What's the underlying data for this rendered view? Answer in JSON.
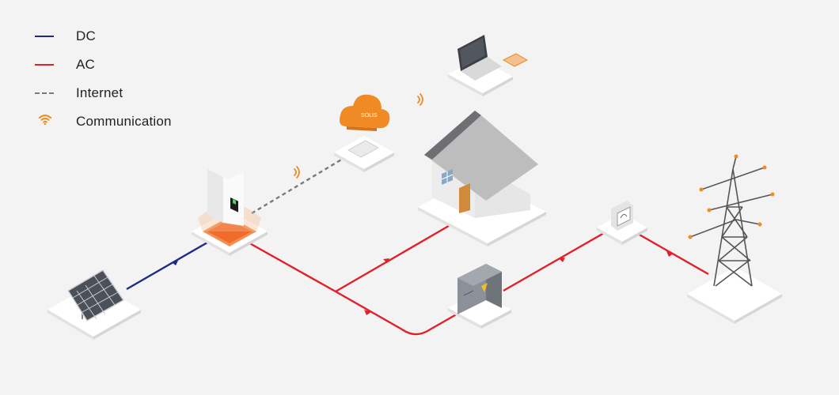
{
  "legend": {
    "items": [
      {
        "label": "DC",
        "kind": "line",
        "color": "#1f2a87"
      },
      {
        "label": "AC",
        "kind": "line",
        "color": "#e0212b"
      },
      {
        "label": "Internet",
        "kind": "dashed",
        "color": "#7a7a7a"
      },
      {
        "label": "Communication",
        "kind": "wifi",
        "color": "#f08a24"
      }
    ]
  },
  "colors": {
    "dc": "#1f2a87",
    "ac": "#e0212b",
    "internet": "#7a7a7a",
    "communication": "#f08a24",
    "cloud": "#f08a24",
    "background": "#f3f3f3"
  },
  "cloud": {
    "logo_text": "SOLIS"
  },
  "icons": {
    "solar_panel": "solar-panel-icon",
    "inverter": "inverter-icon",
    "cloud": "cloud-icon",
    "router": "router-icon",
    "laptop": "laptop-icon",
    "phone": "phone-icon",
    "house": "house-icon",
    "distribution_box": "distribution-box-icon",
    "meter": "meter-icon",
    "pylon": "transmission-tower-icon",
    "wifi": "wifi-icon"
  }
}
